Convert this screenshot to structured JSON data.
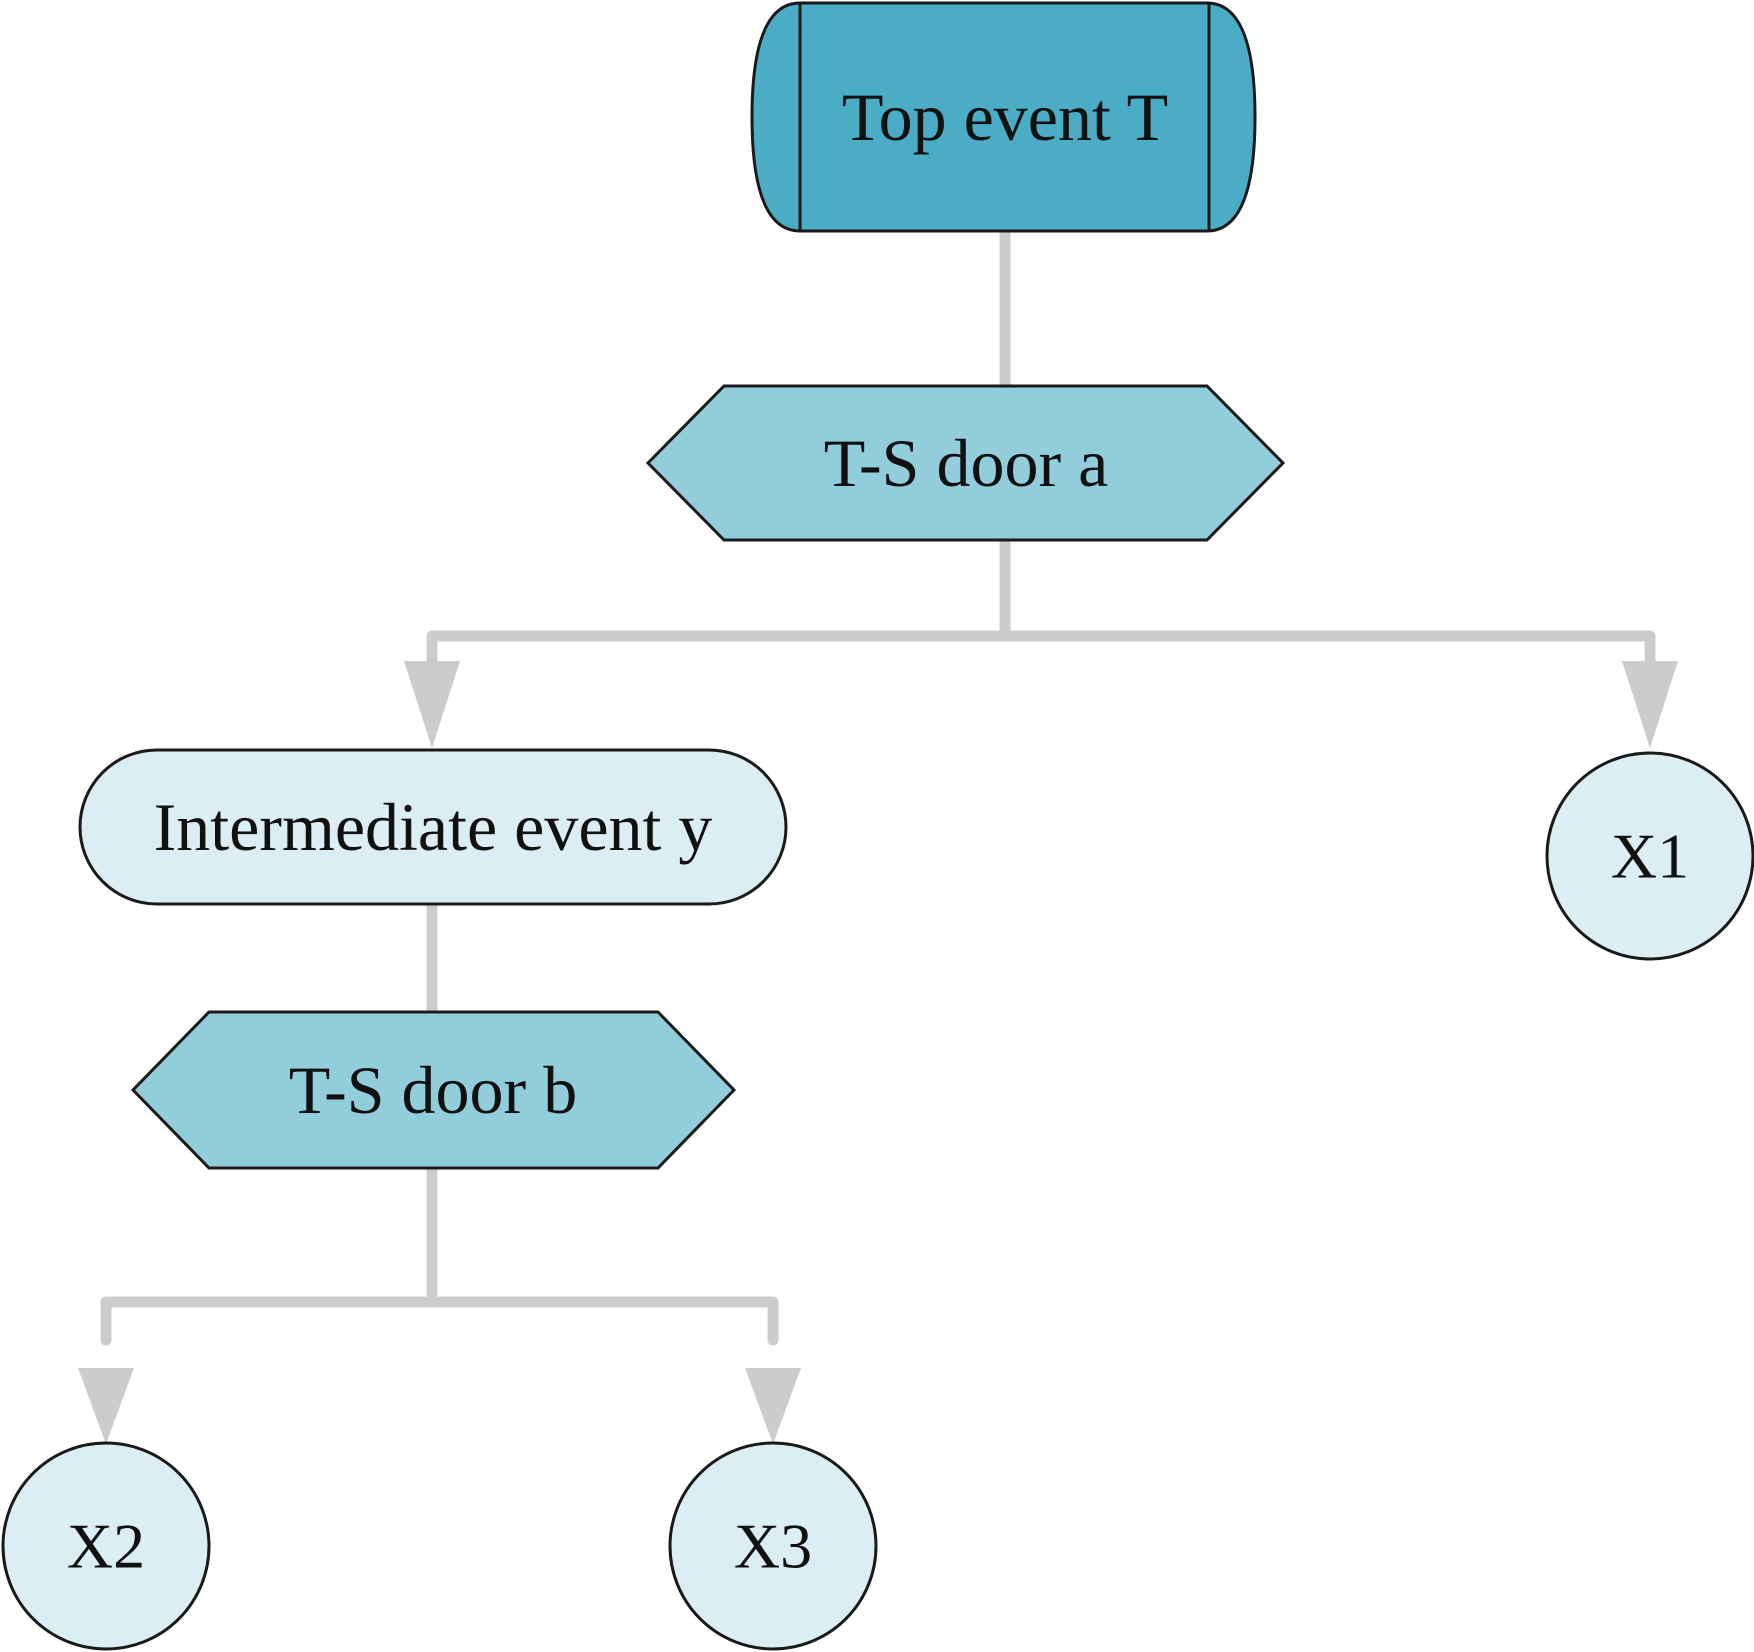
{
  "diagram": {
    "nodes": {
      "top_event": {
        "label": "Top event T",
        "shape": "process-capsule",
        "fill": "#4bacc6"
      },
      "gate_a": {
        "label": "T-S door a",
        "shape": "hexagon",
        "fill": "#92cddc"
      },
      "intermediate_event": {
        "label": "Intermediate event y",
        "shape": "rounded-rectangle",
        "fill": "#daeef3"
      },
      "gate_b": {
        "label": "T-S door b",
        "shape": "hexagon",
        "fill": "#92cddc"
      },
      "basic_x1": {
        "label": "X1",
        "shape": "circle",
        "fill": "#daeef3"
      },
      "basic_x2": {
        "label": "X2",
        "shape": "circle",
        "fill": "#daeef3"
      },
      "basic_x3": {
        "label": "X3",
        "shape": "circle",
        "fill": "#daeef3"
      }
    },
    "edges": [
      {
        "from": "top_event",
        "to": "gate_a",
        "arrow": false
      },
      {
        "from": "gate_a",
        "to": "intermediate_event",
        "arrow": true
      },
      {
        "from": "gate_a",
        "to": "basic_x1",
        "arrow": true
      },
      {
        "from": "intermediate_event",
        "to": "gate_b",
        "arrow": false
      },
      {
        "from": "gate_b",
        "to": "basic_x2",
        "arrow": true
      },
      {
        "from": "gate_b",
        "to": "basic_x3",
        "arrow": true
      }
    ],
    "colors": {
      "connector": "#cccccc",
      "outline": "#1a1a1a"
    }
  }
}
